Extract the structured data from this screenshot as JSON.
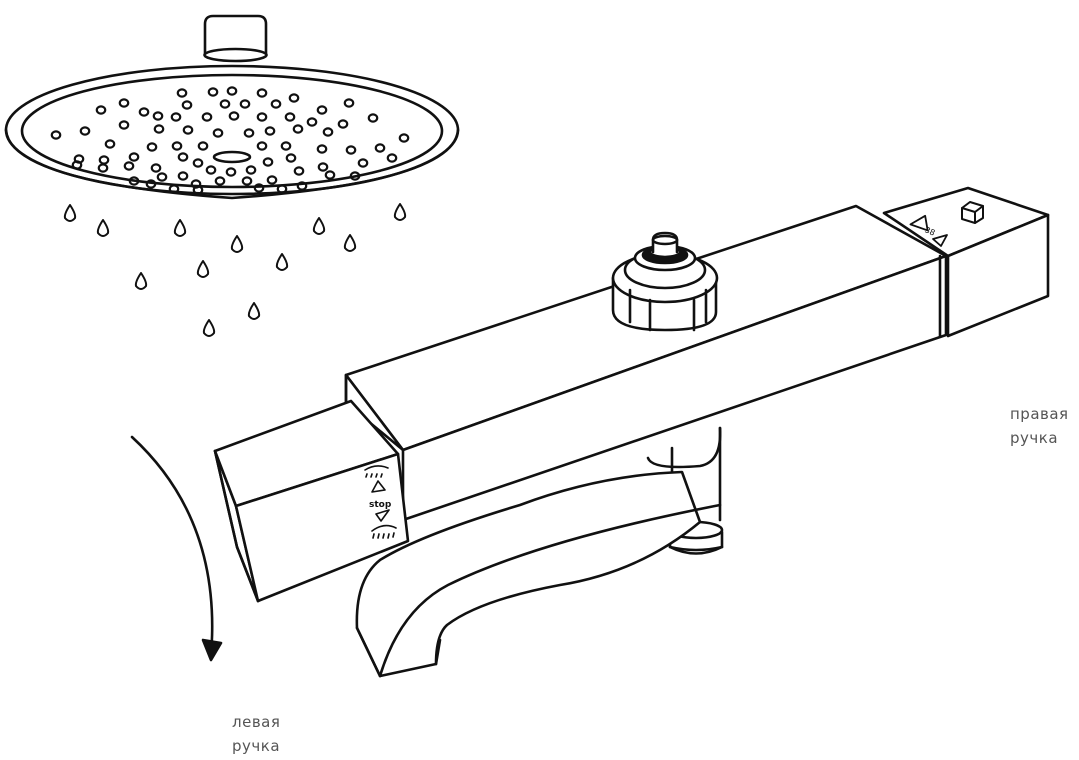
{
  "labels": {
    "right_handle": [
      "правая",
      "ручка"
    ],
    "left_handle": [
      "левая",
      "ручка"
    ]
  },
  "left_knob_markings": {
    "stop": "stop"
  },
  "right_knob_markings": {
    "temperature": "38"
  },
  "colors": {
    "line": "#111111",
    "background": "#ffffff",
    "label_text": "#555555"
  }
}
